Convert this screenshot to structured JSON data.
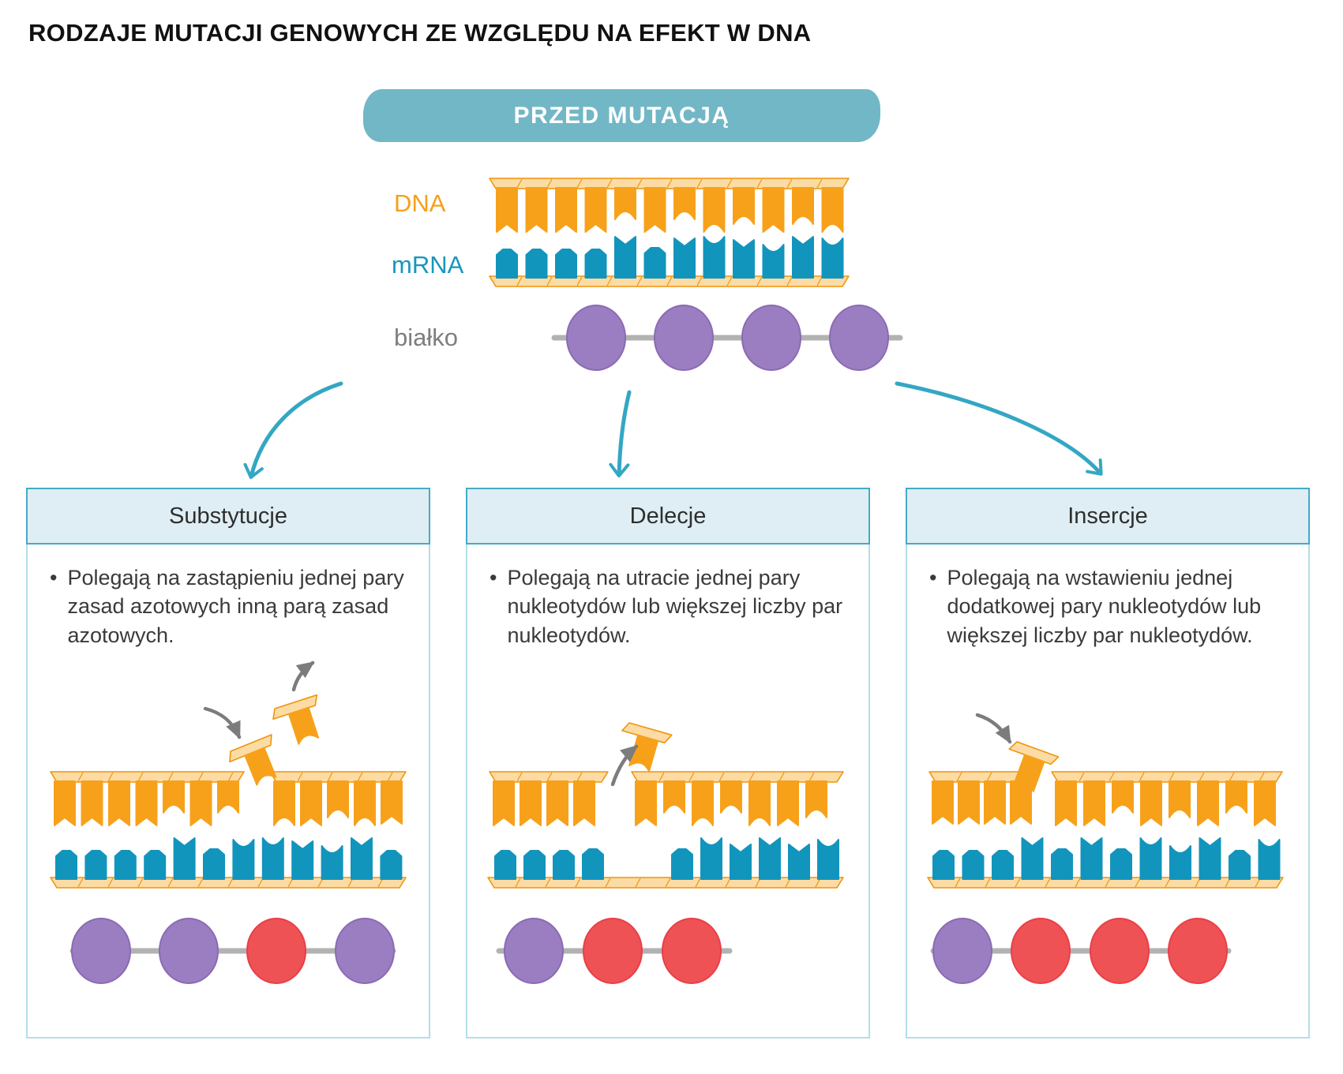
{
  "title": "RODZAJE MUTACJI GENOWYCH ZE WZGLĘDU NA EFEKT W DNA",
  "banner": {
    "label": "PRZED MUTACJĄ"
  },
  "bullet_marker": "•",
  "before": {
    "dna_label": "DNA",
    "mrna_label": "mRNA",
    "protein_label": "białko",
    "dna_teeth": [
      "n56",
      "n56",
      "n56",
      "n56",
      "a40",
      "n56",
      "a40",
      "a56",
      "a46",
      "n56",
      "a46",
      "a56"
    ],
    "mrna_teeth": [
      "p36",
      "p36",
      "p36",
      "p36",
      "v52",
      "p38",
      "v50",
      "a52",
      "v48",
      "a42",
      "v52",
      "a50"
    ],
    "protein": [
      "purple",
      "purple",
      "purple",
      "purple"
    ]
  },
  "boxes": [
    {
      "title": "Substytucje",
      "bullet": "Polegają na zastąpieniu jednej pary zasad azotowych inną parą zasad azotowych.",
      "diagram": {
        "type": "substitution",
        "dna_left": [
          "n56",
          "n56",
          "n56",
          "n56",
          "a40",
          "n56",
          "a40"
        ],
        "dna_right": [
          "a56",
          "n56",
          "a46",
          "a56",
          "n54"
        ],
        "mrna": [
          "p36",
          "p36",
          "p36",
          "p36",
          "v52",
          "p38",
          "a50",
          "a52",
          "v48",
          "a42",
          "v52",
          "p36"
        ],
        "protein": [
          "purple",
          "purple",
          "red",
          "purple"
        ]
      }
    },
    {
      "title": "Delecje",
      "bullet": "Polegają na utracie jednej pary nukleotydów lub większej liczby par nukleotydów.",
      "diagram": {
        "type": "deletion",
        "dna_left": [
          "n56",
          "n56",
          "n56",
          "n56"
        ],
        "dna_right": [
          "n56",
          "a40",
          "a56",
          "a40",
          "a56",
          "n56",
          "a46"
        ],
        "mrna_left": [
          "p36",
          "p36",
          "p36",
          "p38"
        ],
        "mrna_right": [
          "p38",
          "a52",
          "v44",
          "v52",
          "v44",
          "a50"
        ],
        "protein": [
          "purple",
          "red",
          "red"
        ]
      }
    },
    {
      "title": "Insercje",
      "bullet": "Polegają na wstawieniu jednej dodatkowej pary nukleotydów lub większej liczby par nukleotydów.",
      "diagram": {
        "type": "insertion",
        "dna_left": [
          "n54",
          "n54",
          "n54",
          "n54"
        ],
        "dna_right": [
          "n56",
          "n56",
          "a40",
          "n56",
          "a46",
          "n56",
          "a40",
          "n56"
        ],
        "mrna": [
          "p36",
          "p36",
          "p36",
          "v52",
          "p38",
          "v52",
          "p38",
          "a52",
          "a42",
          "v52",
          "p36",
          "a50"
        ],
        "protein": [
          "purple",
          "red",
          "red",
          "red"
        ]
      }
    }
  ],
  "palette": {
    "orange": "#F7A11B",
    "backbone_fill": "#FCDCA4",
    "backbone_stroke": "#F0940B",
    "teal": "#1295BC",
    "purple": "#9B7EC1",
    "purple_edge": "#8A6BB2",
    "red": "#EE5254",
    "red_edge": "#E93F48",
    "chain_gray": "#B2B2B2",
    "arrow_gray": "#7C7C7C",
    "arrow_teal": "#33A7C4",
    "banner_bg": "#72B7C6",
    "header_bg": "#DFEEF4",
    "header_border": "#45AAC7",
    "box_border": "#B5DDE9"
  }
}
